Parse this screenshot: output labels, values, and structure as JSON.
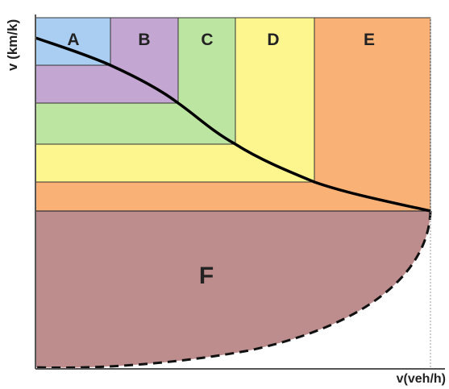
{
  "diagram": {
    "y_axis_label": "v (km/k)",
    "x_axis_label": "v(veh/h)",
    "levels": [
      {
        "label": "A",
        "color": "#a9cef1"
      },
      {
        "label": "B",
        "color": "#c4a6d2"
      },
      {
        "label": "C",
        "color": "#bde5a2"
      },
      {
        "label": "D",
        "color": "#fdf68f"
      },
      {
        "label": "E",
        "color": "#f9b176"
      },
      {
        "label": "F",
        "color": "#bd8c8c"
      }
    ]
  }
}
